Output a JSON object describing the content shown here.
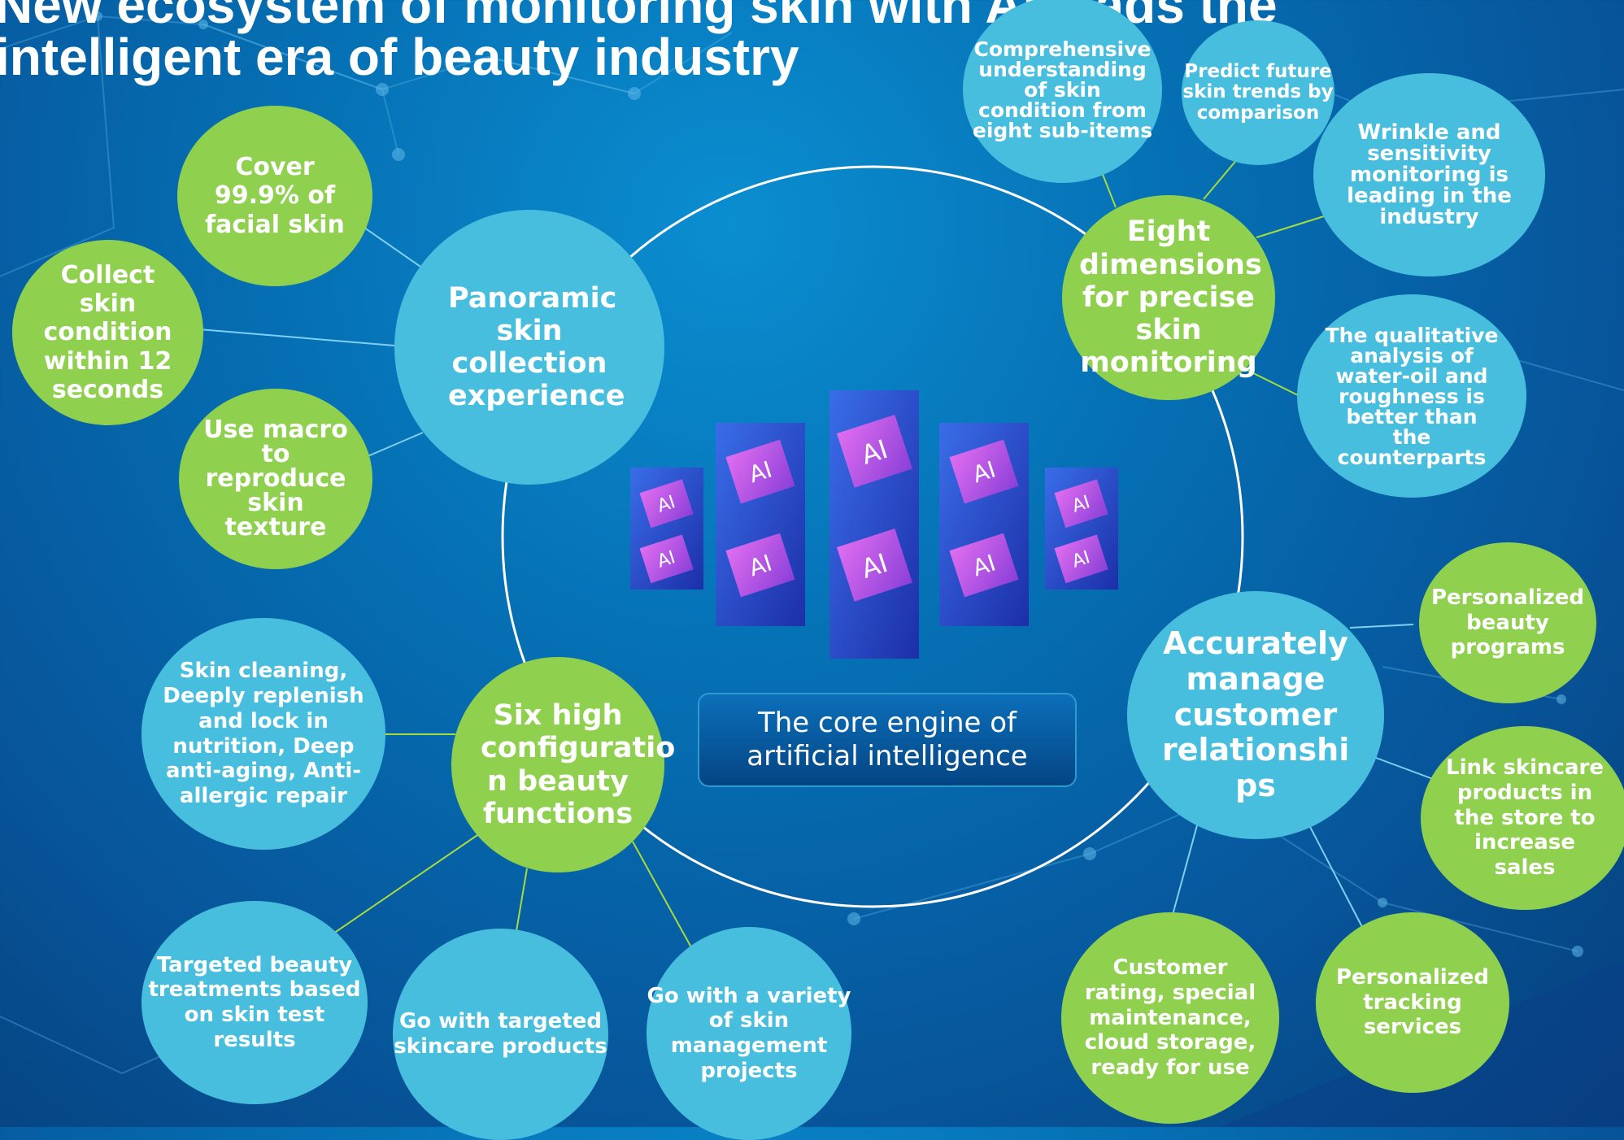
{
  "title": {
    "line1": "New ecosystem of monitoring skin with AI leads the",
    "line2": "intelligent era of beauty industry"
  },
  "core": {
    "label": "The core engine of artificial intelligence",
    "cube_text": "AI"
  },
  "hubs": {
    "panoramic": "Panoramic skin collection experience",
    "eight_dimensions": "Eight dimensions for precise skin monitoring",
    "six_functions": "Six high configuratio n beauty functions",
    "customer": "Accurately manage customer relationshi ps"
  },
  "leaves": {
    "cover": "Cover 99.9% of facial skin",
    "collect": "Collect skin condition within 12 seconds",
    "macro": "Use macro to reproduce skin texture",
    "comprehensive": "Comprehensive understanding of skin condition from eight sub-items",
    "predict": "Predict future skin trends by comparison",
    "wrinkle": "Wrinkle and sensitivity monitoring is leading in the industry",
    "qualitative": "The qualitative analysis of water-oil and roughness is better than the counterparts",
    "cleaning": "Skin cleaning, Deeply replenish and lock in nutrition, Deep anti-aging, Anti-allergic repair",
    "targeted_treatments": "Targeted beauty treatments based on skin test results",
    "targeted_products": "Go with targeted skincare products",
    "variety": "Go with a variety of skin management projects",
    "personalized_programs": "Personalized beauty programs",
    "link_skincare": "Link skincare products in the store to increase sales",
    "personalized_tracking": "Personalized tracking services",
    "customer_rating": "Customer rating, special maintenance, cloud storage, ready for use"
  },
  "colors": {
    "hub_blue": "#48bedf",
    "leaf_green": "#8fd04e",
    "background": "#0670b4"
  }
}
